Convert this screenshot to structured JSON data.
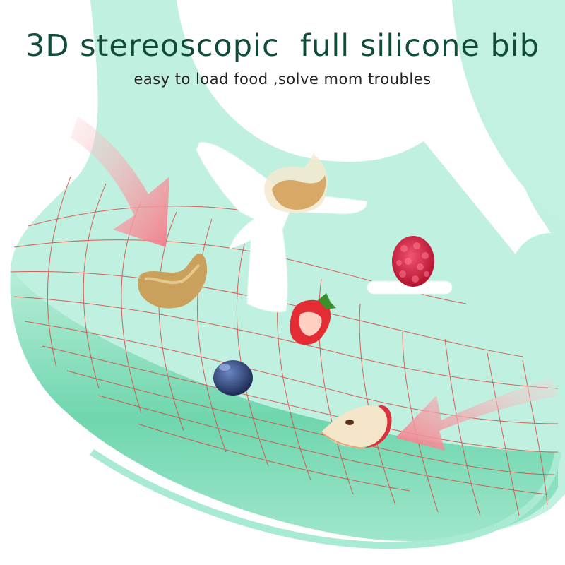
{
  "headline": "3D stereoscopic  full silicone bib",
  "subline": "easy to load food ,solve mom troubles",
  "colors": {
    "bib": "#bff0e0",
    "pocket": "#6ed4ad",
    "grid": "#d9463d",
    "arrow": "#f58a93",
    "title": "#114b3a"
  },
  "foods": [
    "cashew-upper",
    "cashew-lower",
    "raspberry",
    "strawberry",
    "blueberry",
    "apple-slice"
  ],
  "arrows": [
    "arrow-left",
    "arrow-right"
  ]
}
